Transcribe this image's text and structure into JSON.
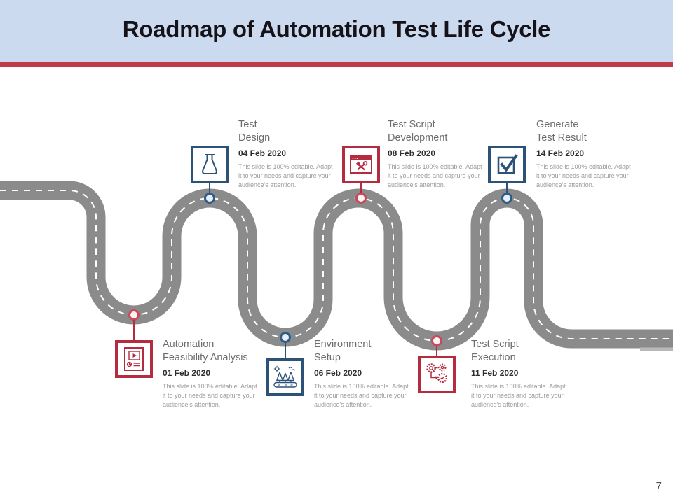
{
  "header": {
    "title": "Roadmap of Automation Test Life Cycle"
  },
  "footer": {
    "page_number": "7"
  },
  "note": {
    "line1": "This slide is 100% editable. Adapt",
    "line2": "it to your needs and capture your",
    "line3": "audience's attention."
  },
  "milestones": [
    {
      "title_line1": "Automation",
      "title_line2": "Feasibility Analysis",
      "date": "01 Feb 2020",
      "color": "red",
      "icon": "presentation-icon",
      "row": "bottom"
    },
    {
      "title_line1": "Test",
      "title_line2": "Design",
      "date": "04 Feb 2020",
      "color": "blue",
      "icon": "flask-icon",
      "row": "top"
    },
    {
      "title_line1": "Environment",
      "title_line2": "Setup",
      "date": "06 Feb 2020",
      "color": "blue",
      "icon": "trees-icon",
      "row": "bottom"
    },
    {
      "title_line1": "Test Script",
      "title_line2": "Development",
      "date": "08 Feb 2020",
      "color": "red",
      "icon": "window-tools-icon",
      "row": "top"
    },
    {
      "title_line1": "Test Script",
      "title_line2": "Execution",
      "date": "11 Feb 2020",
      "color": "red",
      "icon": "gears-icon",
      "row": "bottom"
    },
    {
      "title_line1": "Generate",
      "title_line2": "Test Result",
      "date": "14 Feb 2020",
      "color": "blue",
      "icon": "checkbox-icon",
      "row": "top"
    }
  ],
  "colors": {
    "header_bg": "#ccdaf0",
    "divider_red": "#c03a4a",
    "accent_red": "#b52c40",
    "accent_blue": "#2d5278",
    "marker_red": "#c74a5c",
    "marker_blue": "#2d5e86",
    "road_gray": "#8b8b8b",
    "title_color": "#161318"
  }
}
